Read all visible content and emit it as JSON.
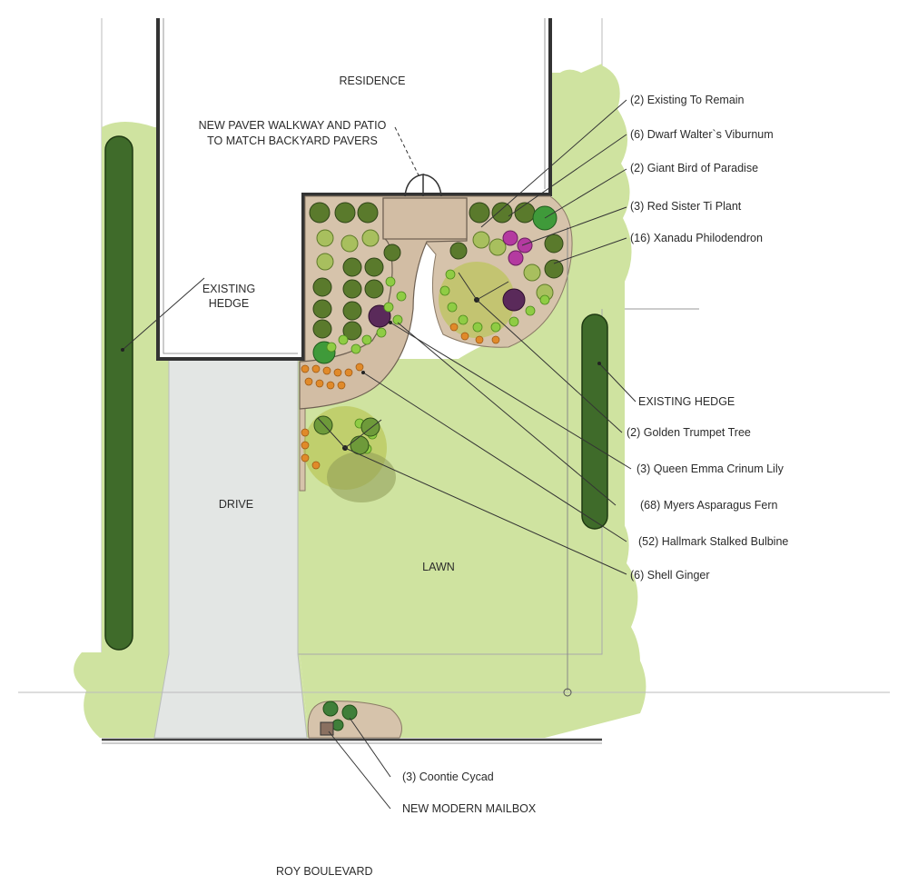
{
  "areas": {
    "residence": "RESIDENCE",
    "drive": "DRIVE",
    "lawn": "LAWN",
    "street": "ROY BOULEVARD"
  },
  "notes": {
    "walkway_line1": "NEW PAVER WALKWAY AND PATIO",
    "walkway_line2": "TO MATCH BACKYARD PAVERS",
    "hedge_left_line1": "EXISTING",
    "hedge_left_line2": "HEDGE",
    "hedge_right": "EXISTING HEDGE",
    "mailbox": "NEW MODERN MAILBOX"
  },
  "plant_callouts": [
    "(2) Existing To Remain",
    "(6) Dwarf Walter`s Viburnum",
    "(2) Giant Bird of Paradise",
    "(3) Red Sister Ti Plant",
    "(16) Xanadu Philodendron",
    "(2) Golden Trumpet Tree",
    "(3) Queen Emma Crinum Lily",
    "(68) Myers Asparagus Fern",
    "(52) Hallmark Stalked Bulbine",
    "(6) Shell Ginger",
    "(3) Coontie Cycad"
  ],
  "colors": {
    "lawn": "#cfe3a0",
    "hedge": "#3f6b2a",
    "pavers": "#d8c7b4",
    "drive": "#e3e6e4",
    "shrub": "#5a7a2c",
    "bulbine": "#e08a2a",
    "fern": "#8fcc44",
    "ti_plant": "#b43aa0"
  }
}
